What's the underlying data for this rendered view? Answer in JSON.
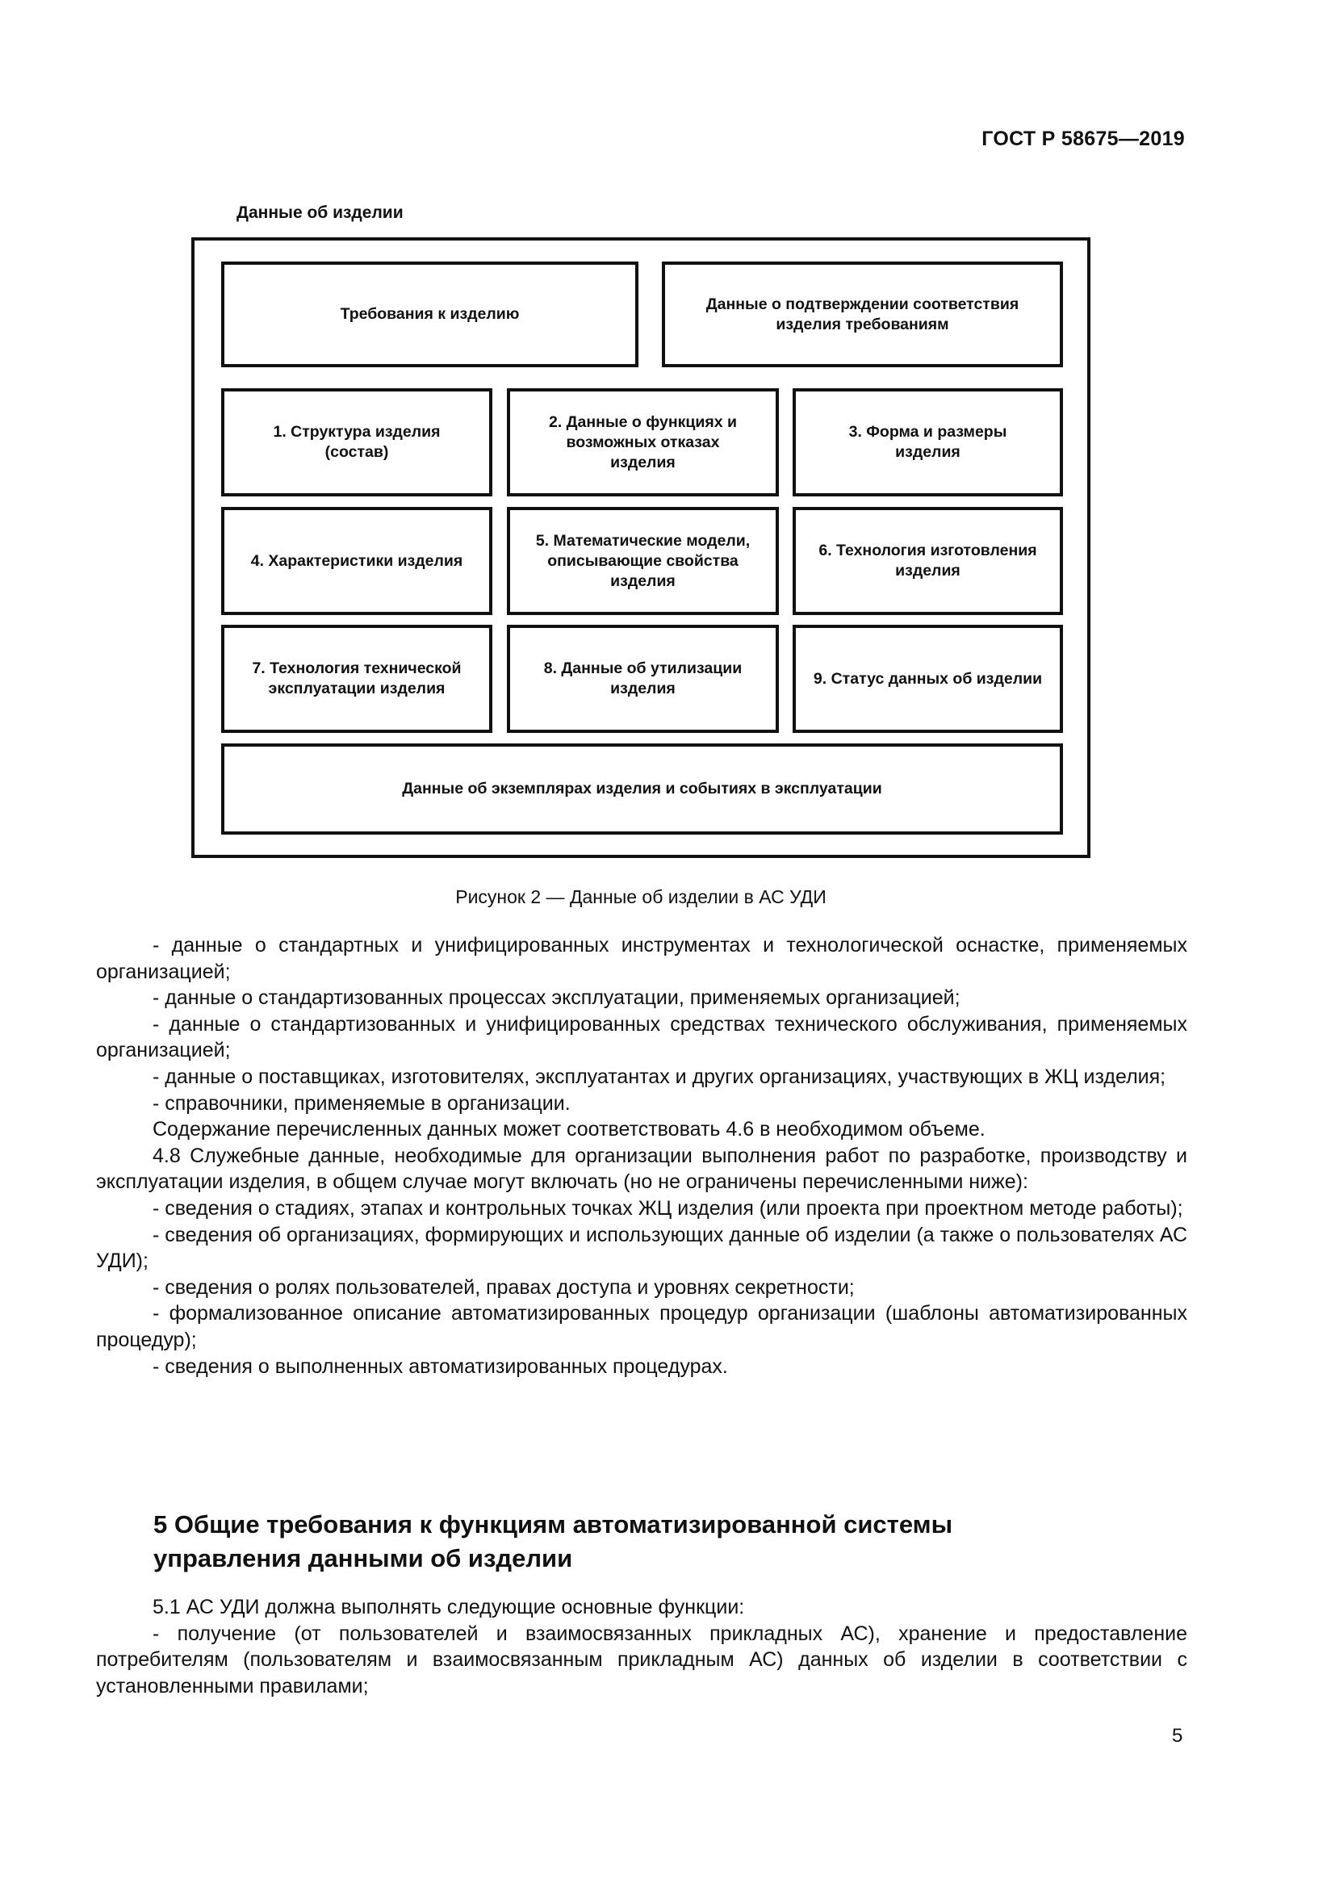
{
  "header": {
    "doc_code": "ГОСТ Р 58675—2019"
  },
  "figure": {
    "label": "Данные об изделии",
    "boxes": {
      "requirements": "Требования к изделию",
      "conformity": "Данные о подтверждении соответствия изделия требованиям",
      "b1": "1. Структура изделия (состав)",
      "b2": "2. Данные о функциях и возможных отказах изделия",
      "b3": "3. Форма и размеры изделия",
      "b4": "4. Характеристики изделия",
      "b5": "5. Математические модели, описывающие свойства изделия",
      "b6": "6. Технология изготовления изделия",
      "b7": "7. Технология технической эксплуатации изделия",
      "b8": "8. Данные об утилизации изделия",
      "b9": "9. Статус данных об изделии",
      "instances": "Данные об экземплярах изделия и событиях в эксплуатации"
    },
    "caption": "Рисунок 2 — Данные об изделии в АС УДИ"
  },
  "body": {
    "paragraphs": [
      "- данные о стандартных и унифицированных инструментах и технологической оснастке, применяемых организацией;",
      "- данные о стандартизованных процессах эксплуатации, применяемых организацией;",
      "- данные о стандартизованных и унифицированных средствах технического обслуживания, применяемых организацией;",
      "- данные о поставщиках, изготовителях, эксплуатантах и других организациях, участвующих в ЖЦ изделия;",
      "- справочники, применяемые в организации.",
      "Содержание перечисленных данных может соответствовать 4.6 в необходимом объеме.",
      "4.8 Служебные данные, необходимые для организации выполнения работ по разработке, производству и эксплуатации изделия, в общем случае могут включать (но не ограничены перечисленными ниже):",
      "- сведения о стадиях, этапах и контрольных точках ЖЦ изделия (или проекта при проектном методе работы);",
      "- сведения об организациях, формирующих и использующих данные об изделии (а также о пользователях АС УДИ);",
      "- сведения о ролях пользователей, правах доступа и уровнях секретности;",
      "- формализованное описание автоматизированных процедур организации (шаблоны автоматизированных процедур);",
      "- сведения о выполненных автоматизированных процедурах."
    ]
  },
  "section5": {
    "title_line1": "5 Общие требования к функциям автоматизированной системы",
    "title_line2": "управления данными об изделии",
    "paragraphs": [
      "5.1 АС УДИ должна выполнять следующие основные функции:",
      "- получение (от пользователей и взаимосвязанных прикладных АС), хранение и предоставление потребителям (пользователям и взаимосвязанным прикладным АС) данных об изделии в соответствии с установленными правилами;"
    ]
  },
  "footer": {
    "page_number": "5"
  }
}
